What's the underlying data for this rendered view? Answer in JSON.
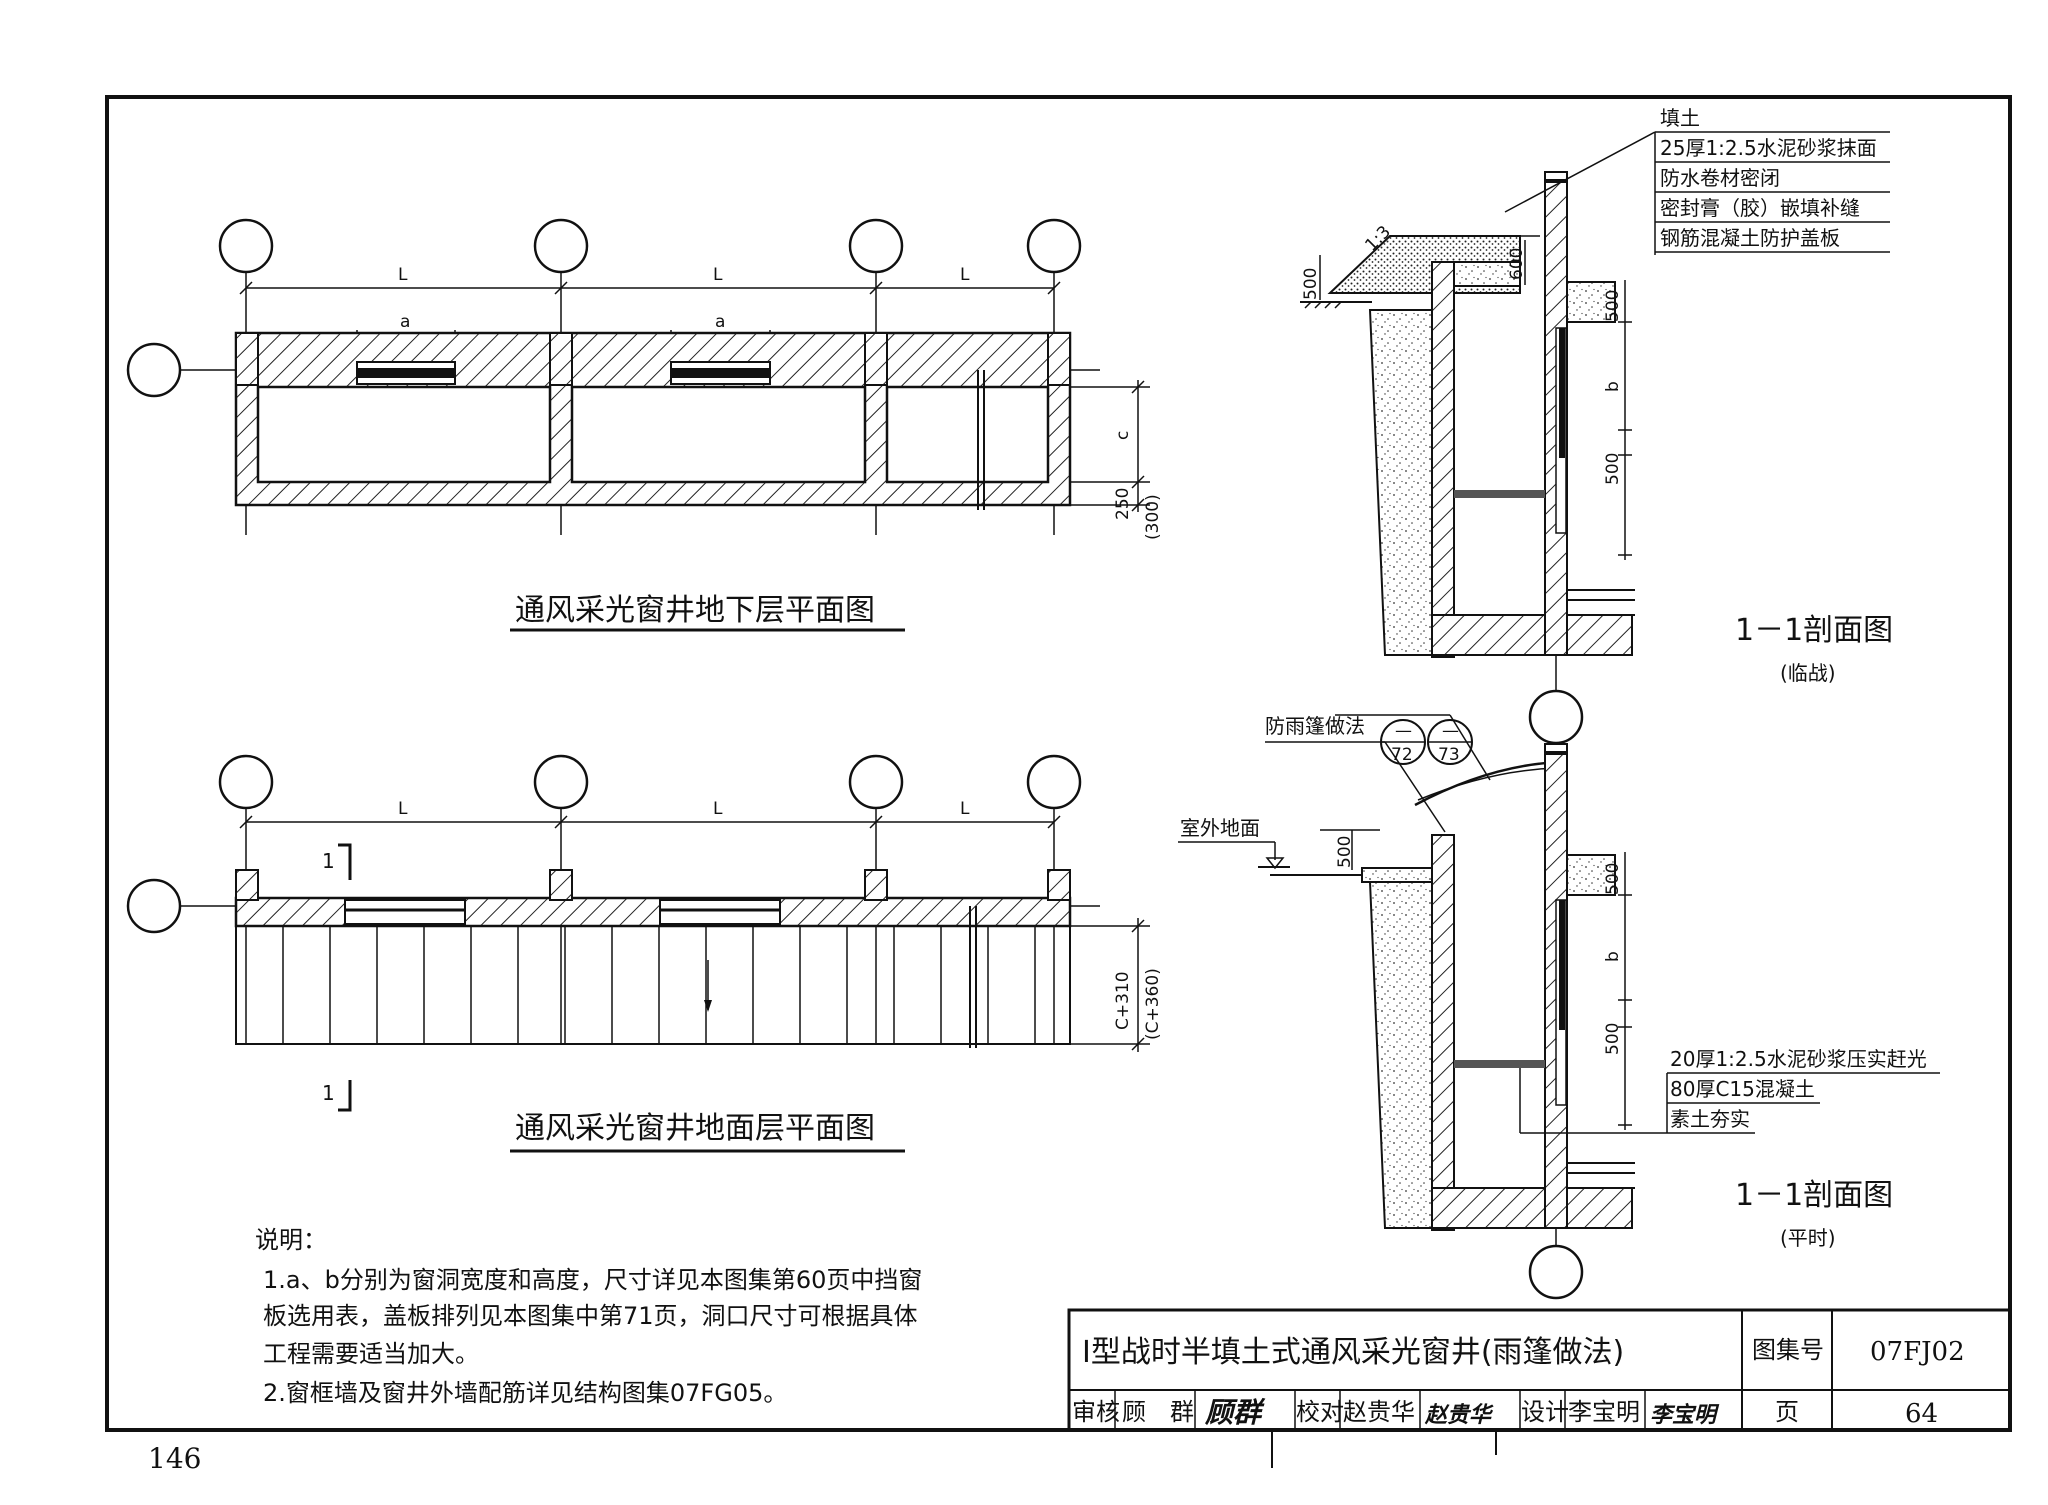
{
  "plans": {
    "basement_title": "通风采光窗井地下层平面图",
    "ground_title": "通风采光窗井地面层平面图",
    "dim_L": "L",
    "dim_a": "a",
    "dim_c": "c",
    "dim_250": "250",
    "dim_300": "(300)",
    "dim_c310": "C+310",
    "dim_c360": "(C+360)",
    "section_mark": "1"
  },
  "section_war": {
    "layers": [
      "填土",
      "25厚1:2.5水泥砂浆抹面",
      "防水卷材密闭",
      "密封膏（胶）嵌填补缝",
      "钢筋混凝土防护盖板"
    ],
    "slope": "1:3",
    "dim_500a": "500",
    "dim_600": "600",
    "dim_500b": "500",
    "dim_b": "b",
    "dim_500c": "500",
    "title": "1－1剖面图",
    "subtitle": "(临战)"
  },
  "section_peace": {
    "canopy_label": "防雨篷做法",
    "ref1_top": "—",
    "ref1_bottom": "72",
    "ref2_top": "—",
    "ref2_bottom": "73",
    "ground_label": "室外地面",
    "dim_500a": "500",
    "dim_500b": "500",
    "dim_b": "b",
    "dim_500c": "500",
    "floor_layers": [
      "20厚1:2.5水泥砂浆压实赶光",
      "80厚C15混凝土",
      "素土夯实"
    ],
    "title": "1－1剖面图",
    "subtitle": "(平时)"
  },
  "notes": {
    "heading": "说明：",
    "lines": [
      "1.a、b分别为窗洞宽度和高度，尺寸详见本图集第60页中挡窗",
      "板选用表，盖板排列见本图集中第71页，洞口尺寸可根据具体",
      "工程需要适当加大。",
      "2.窗框墙及窗井外墙配筋详见结构图集07FG05。"
    ]
  },
  "title_block": {
    "title": "Ⅰ型战时半填土式通风采光窗井(雨篷做法)",
    "atlas_label": "图集号",
    "atlas_no": "07FJ02",
    "review_label": "审核",
    "reviewer": "顾　群",
    "reviewer_sig": "顾群",
    "check_label": "校对",
    "checker": "赵贵华",
    "checker_sig": "赵贵华",
    "design_label": "设计",
    "designer": "李宝明",
    "designer_sig": "李宝明",
    "page_label": "页",
    "page_no": "64"
  },
  "page_number": "146"
}
